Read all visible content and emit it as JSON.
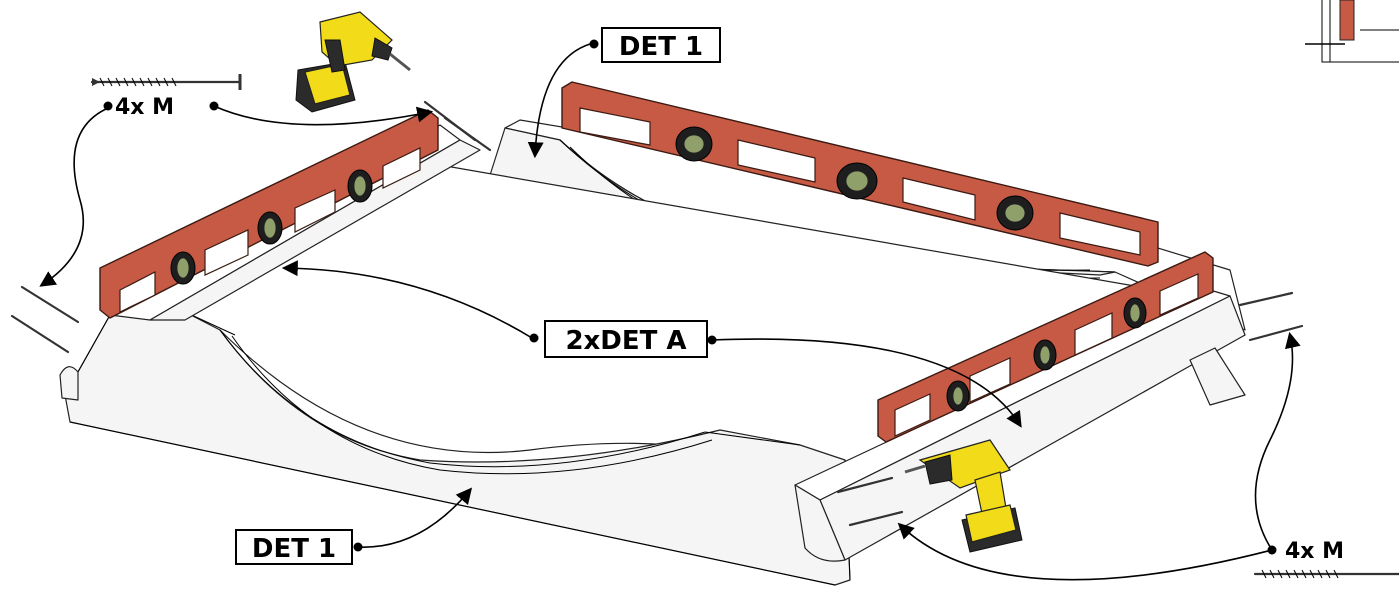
{
  "labels": {
    "det1_top": "DET 1",
    "det1_bottom": "DET 1",
    "det_a": "2xDET A",
    "screws_left": "4x M",
    "screws_right": "4x M"
  },
  "colors": {
    "level_red": "#c65a45",
    "drill_yellow": "#f2dc1a",
    "drill_black": "#2b2b2b"
  },
  "icons": [
    "power-drill-icon",
    "spirit-level-icon",
    "wood-screw-icon"
  ]
}
